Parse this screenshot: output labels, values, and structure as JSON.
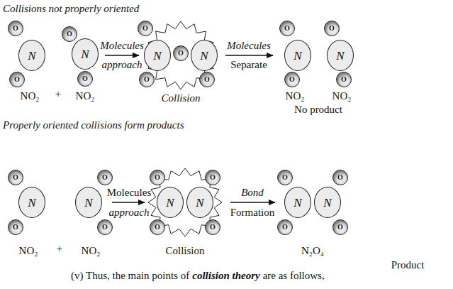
{
  "diagram": {
    "nodes": [
      {
        "text": [
          "O"
        ]
      },
      {
        "text": [
          "N"
        ]
      },
      {
        "text": [
          "O"
        ]
      },
      {
        "text": [
          "O"
        ]
      },
      {
        "text": [
          "N"
        ]
      },
      {
        "text": [
          "O"
        ]
      },
      {
        "text": [
          "O"
        ]
      },
      {
        "text": [
          "N"
        ]
      },
      {
        "text": [
          "O"
        ]
      },
      {
        "text": [
          "O"
        ]
      },
      {
        "text": [
          "N"
        ]
      },
      {
        "text": [
          "O"
        ]
      },
      {
        "text": [
          "O"
        ]
      },
      {
        "text": [
          "N"
        ]
      },
      {
        "text": [
          "O"
        ]
      },
      {
        "text": [
          "O"
        ]
      },
      {
        "text": [
          "N"
        ]
      },
      {
        "text": [
          "O"
        ]
      },
      {
        "text": [
          "O"
        ]
      },
      {
        "text": [
          "N"
        ]
      },
      {
        "text": [
          "O"
        ]
      },
      {
        "text": [
          "O"
        ]
      },
      {
        "text": [
          "N"
        ]
      },
      {
        "text": [
          "O"
        ]
      },
      {
        "text": [
          "O"
        ]
      },
      {
        "text": [
          "N"
        ]
      },
      {
        "text": [
          "O"
        ]
      },
      {
        "text": [
          "O"
        ]
      },
      {
        "text": [
          "N"
        ]
      },
      {
        "text": [
          "O"
        ]
      },
      {
        "text": [
          "O"
        ]
      },
      {
        "text": [
          "N"
        ]
      },
      {
        "text": [
          "O"
        ]
      },
      {
        "text": [
          "O"
        ]
      },
      {
        "text": [
          "N"
        ]
      },
      {
        "text": [
          "O"
        ]
      }
    ],
    "labels": [
      "Collisions not properly oriented",
      "NO₂",
      "+",
      "NO₂",
      "Molecules",
      "approach",
      "Collision",
      "Molecules",
      "Separate",
      "NO₂",
      "NO₂",
      "No product",
      "Properly oriented collisions form products",
      "NO₂",
      "+",
      "NO₂",
      "Molecules",
      "approach",
      "Collision",
      "Bond",
      "Formation",
      "N₂O₄",
      "Product",
      "(v) Thus, the main points of",
      "collision theory",
      "are as follows,"
    ]
  }
}
